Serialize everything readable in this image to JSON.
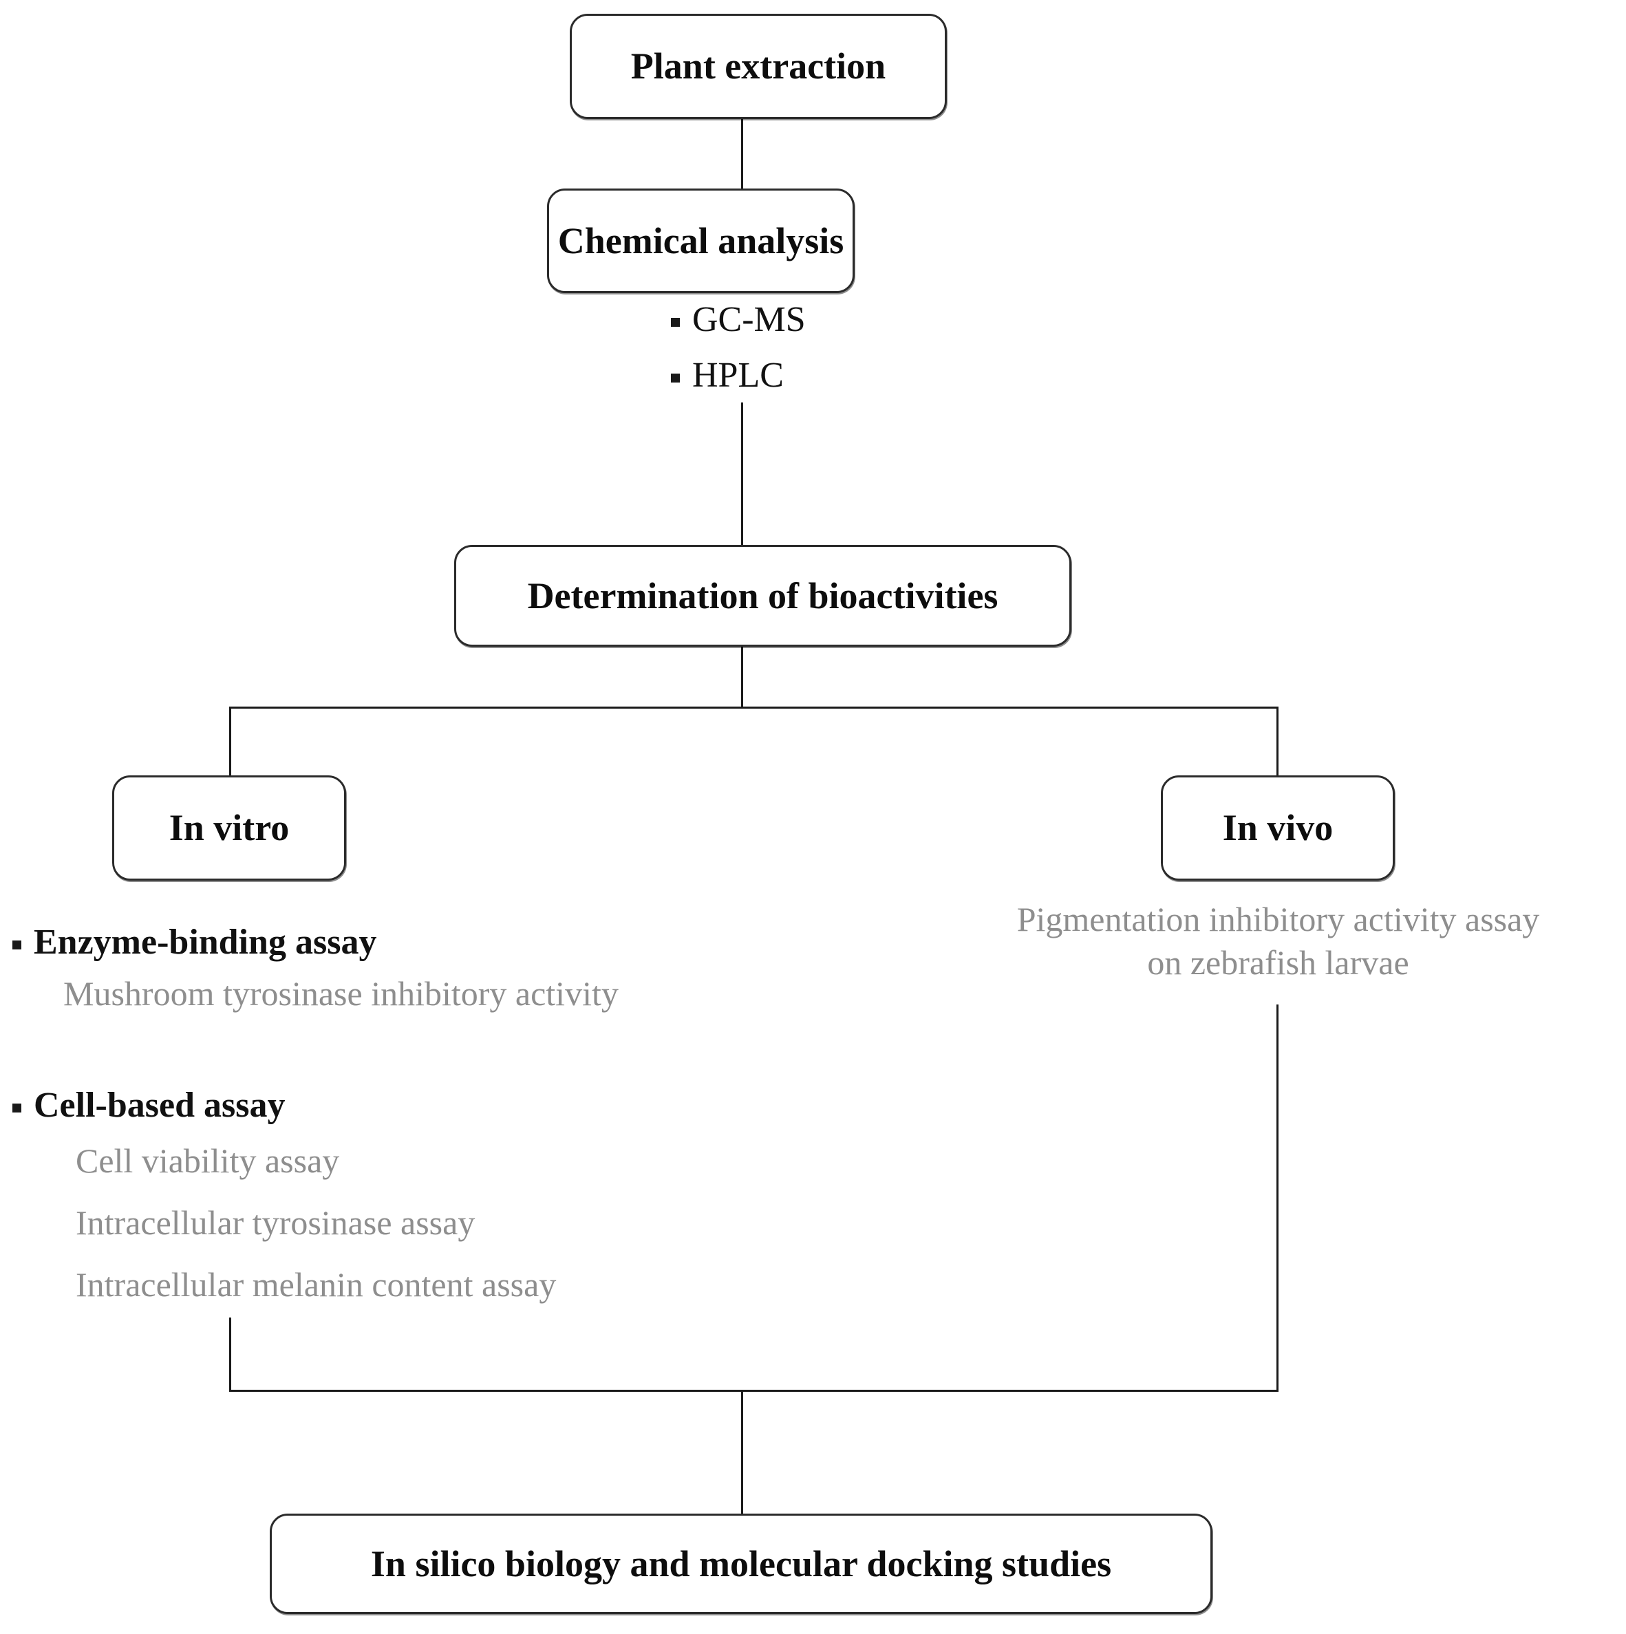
{
  "diagram": {
    "title": "Experimental workflow flowchart",
    "accent_color": "#1a1a1a",
    "muted_color": "#8e8e8e",
    "nodes": {
      "plant_extraction": "Plant extraction",
      "chemical_analysis": "Chemical analysis",
      "determination": "Determination of bioactivities",
      "in_vitro": "In vitro",
      "in_vivo": "In vivo",
      "in_silico": "In silico biology and molecular docking studies"
    },
    "chemical_analysis_items": [
      "GC-MS",
      "HPLC"
    ],
    "in_vitro_groups": [
      {
        "heading": "Enzyme-binding assay",
        "items": [
          "Mushroom tyrosinase inhibitory activity"
        ]
      },
      {
        "heading": "Cell-based assay",
        "items": [
          "Cell viability assay",
          "Intracellular tyrosinase assay",
          "Intracellular melanin content assay"
        ]
      }
    ],
    "in_vivo_text": {
      "line1": "Pigmentation inhibitory activity assay",
      "line2": "on zebrafish larvae"
    }
  }
}
